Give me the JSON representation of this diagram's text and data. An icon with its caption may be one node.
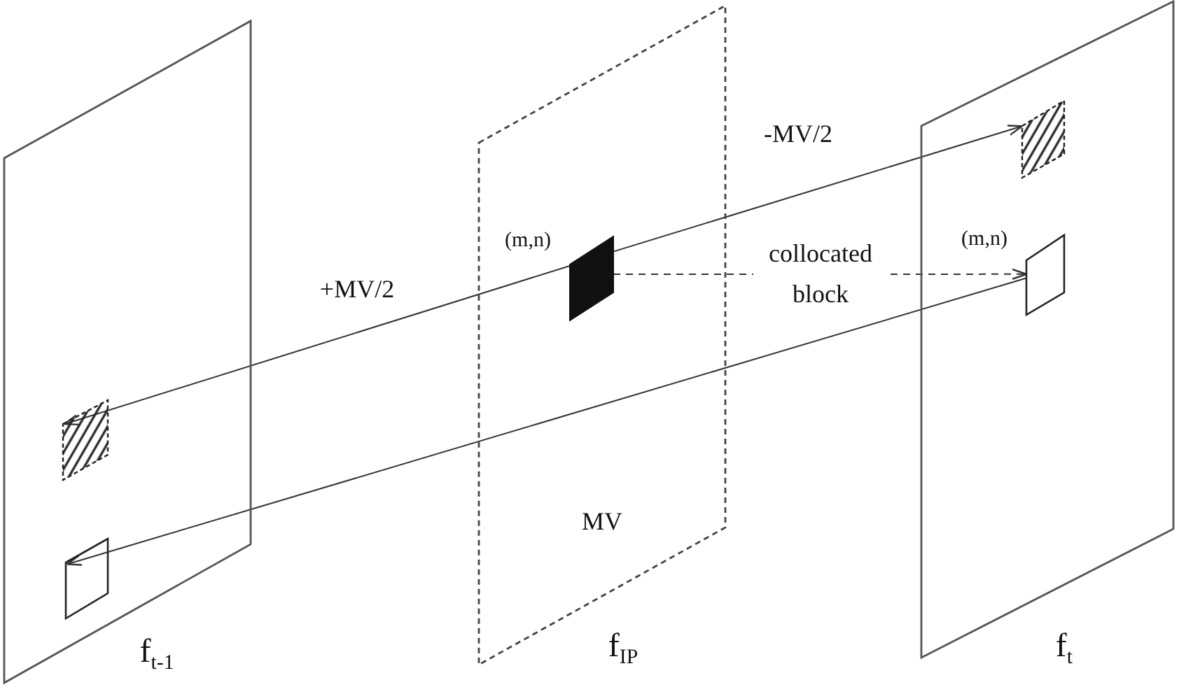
{
  "diagram": {
    "nodes": [
      {
        "text": [
          "f$_{t-1}$"
        ]
      },
      {
        "text": [],
        "shape": "box",
        "in": 0
      },
      {
        "text": [],
        "shape": "box",
        "in": 0
      },
      {
        "text": [
          "f$_{IP}$"
        ]
      },
      {
        "text": [],
        "shape": "box",
        "in": 3,
        "beside": [
          "(m,n)"
        ]
      },
      {
        "text": [
          "f$_{t}$"
        ]
      },
      {
        "text": [],
        "shape": "box",
        "in": 5
      },
      {
        "text": [],
        "shape": "box",
        "in": 5,
        "beside": [
          "(m,n)"
        ]
      }
    ],
    "edges": [
      {
        "from": 4,
        "to": 1,
        "arrow": "to",
        "label": "+MV/2"
      },
      {
        "from": 4,
        "to": 6,
        "arrow": "to",
        "label": "-MV/2"
      },
      {
        "from": 4,
        "to": 7,
        "arrow": "to",
        "label": "collocated block",
        "style": "dashed"
      },
      {
        "from": 7,
        "to": 2,
        "arrow": "to",
        "label": "MV"
      }
    ]
  }
}
